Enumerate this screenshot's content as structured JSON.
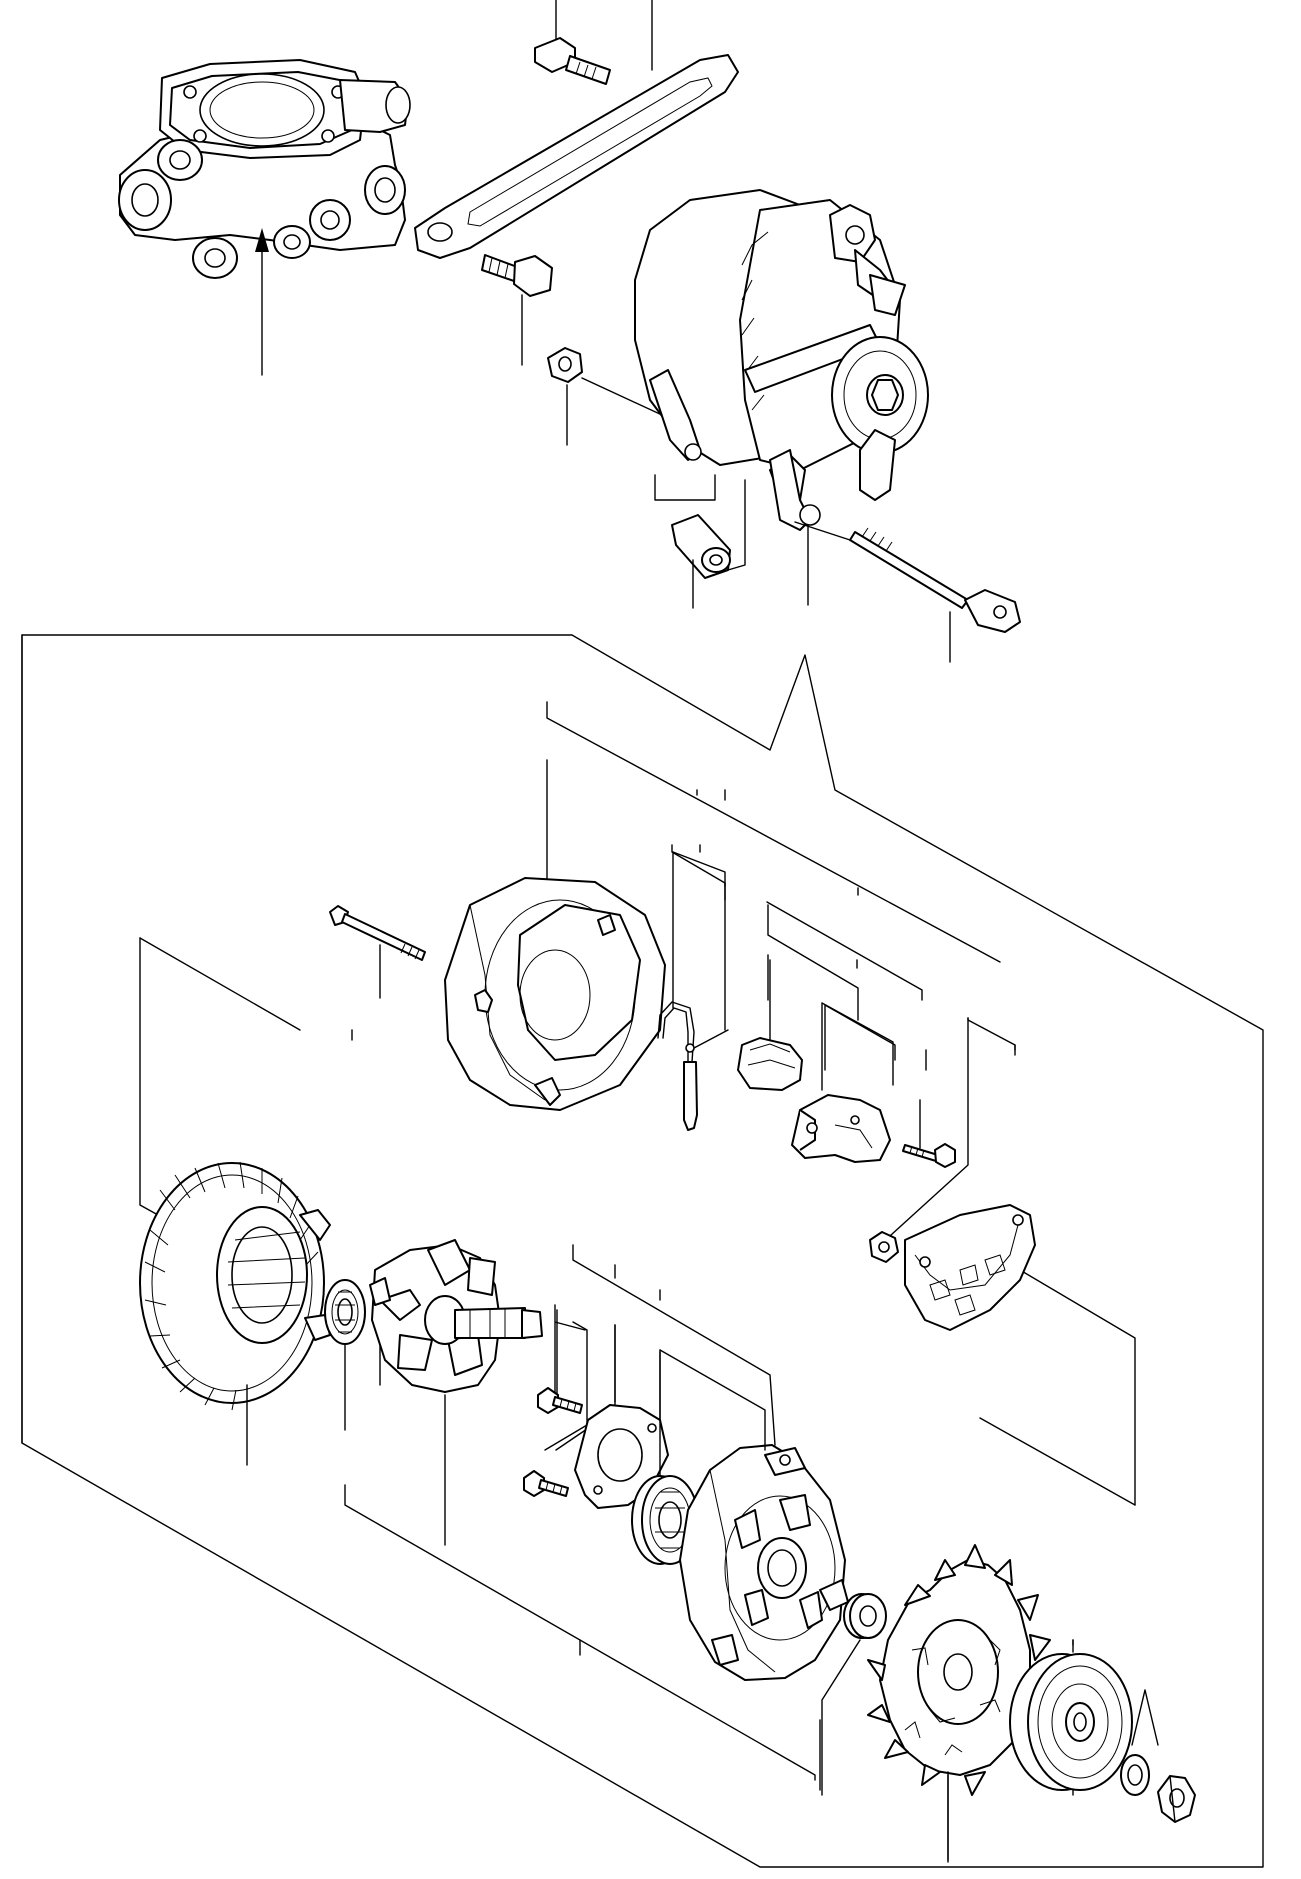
{
  "figure": {
    "kind": "exploded parts diagram",
    "colors": {
      "line": "#000000",
      "background": "#ffffff"
    },
    "parts": [
      "thermostat-housing",
      "bolt-top",
      "adjusting-bar",
      "bolt-mid",
      "alternator-assembly",
      "bushing-nut",
      "spacer-collar",
      "through-bolt-long",
      "rear-cover",
      "through-bolt",
      "terminal-wire",
      "brush-holder",
      "regulator-ic",
      "small-screw",
      "small-nut",
      "rectifier",
      "stator",
      "rear-bearing",
      "rotor",
      "retainer-screws",
      "bearing-retainer",
      "front-bearing",
      "front-housing",
      "collar",
      "fan",
      "pulley",
      "spring-washer",
      "pulley-nut"
    ]
  }
}
